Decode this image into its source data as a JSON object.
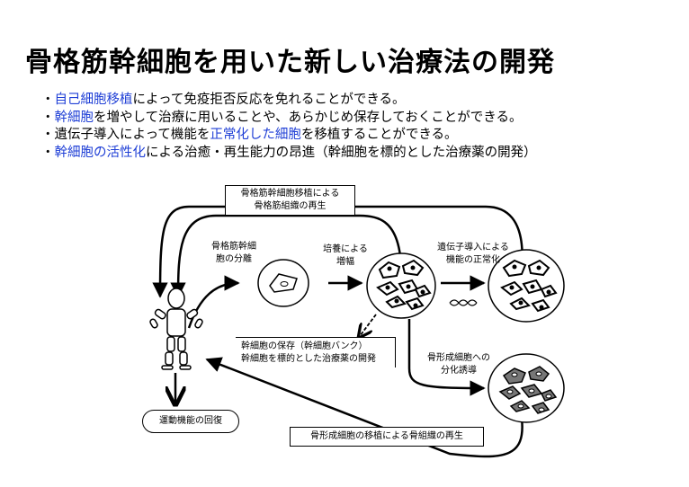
{
  "title": "骨格筋幹細胞を用いた新しい治療法の開発",
  "bullets": [
    [
      {
        "t": "・"
      },
      {
        "t": "自己細胞移植",
        "hl": true
      },
      {
        "t": "によって免疫拒否反応を免れることができる。"
      }
    ],
    [
      {
        "t": "・"
      },
      {
        "t": "幹細胞",
        "hl": true
      },
      {
        "t": "を増やして治療に用いることや、あらかじめ保存しておくことができる。"
      }
    ],
    [
      {
        "t": "・遺伝子導入によって機能を"
      },
      {
        "t": "正常化した細胞",
        "hl": true
      },
      {
        "t": "を移植することができる。"
      }
    ],
    [
      {
        "t": "・"
      },
      {
        "t": "幹細胞の活性化",
        "hl": true
      },
      {
        "t": "による治癒・再生能力の昂進（幹細胞を標的とした治療薬の開発）"
      }
    ]
  ],
  "diagram": {
    "top_box": [
      "骨格筋幹細胞移植による",
      "骨格筋組織の再生"
    ],
    "step_isolation": [
      "骨格筋幹細",
      "胞の分離"
    ],
    "step_culture": [
      "培養による",
      "増幅"
    ],
    "step_gene": [
      "遺伝子導入による",
      "機能の正常化"
    ],
    "bank_box": [
      "幹細胞の保存（幹細胞バンク）",
      "幹細胞を標的とした治療薬の開発"
    ],
    "step_osteo": [
      "骨形成細胞への",
      "分化誘導"
    ],
    "recovery": "運動機能の回復",
    "bone_box": "骨形成細胞の移植による骨組織の再生"
  }
}
